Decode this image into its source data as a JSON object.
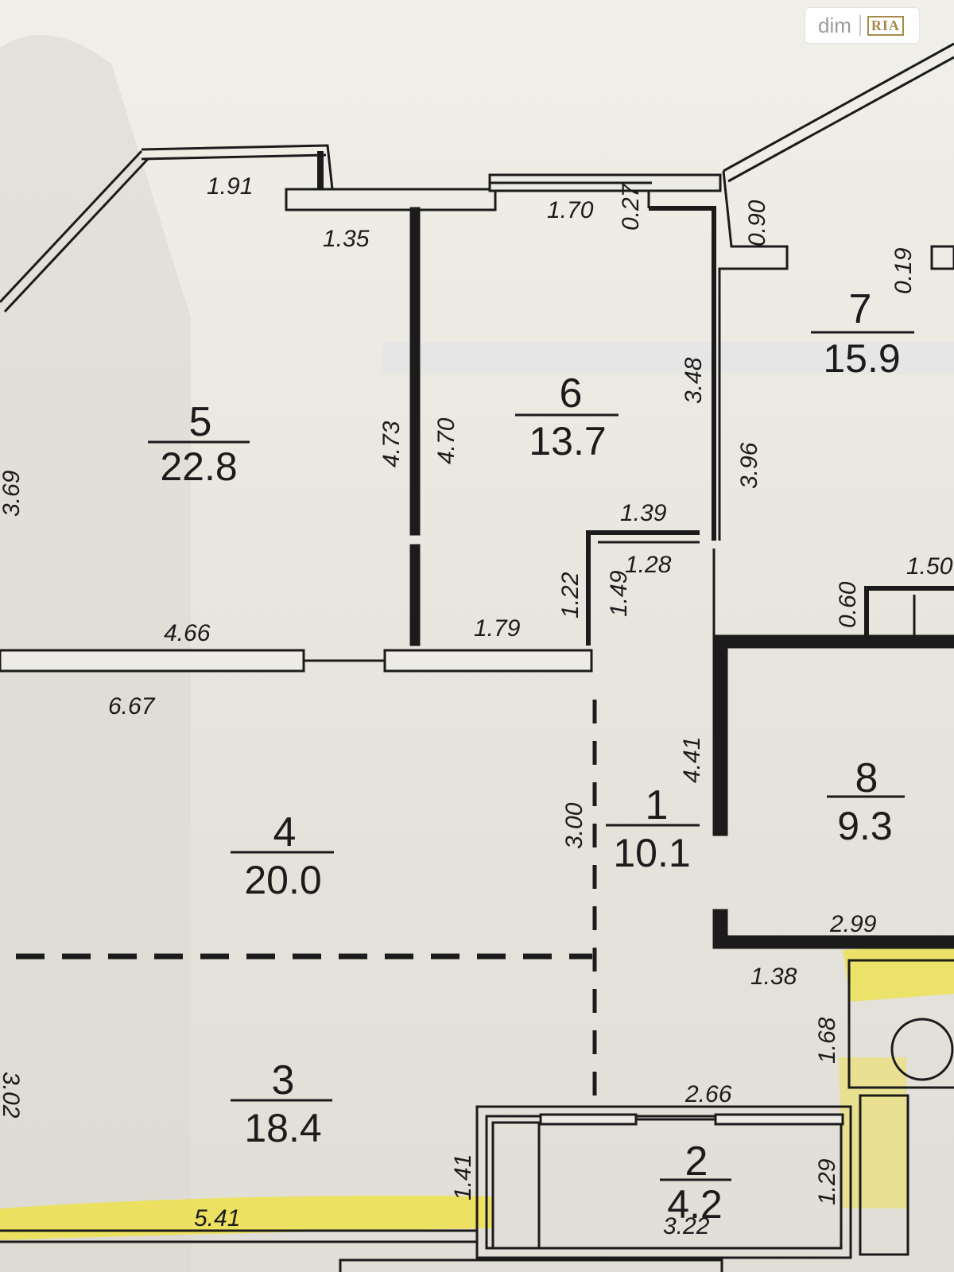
{
  "watermark": {
    "text": "dim",
    "badge": "RIA"
  },
  "rooms": [
    {
      "id": "5",
      "number": "5",
      "area": "22.8"
    },
    {
      "id": "6",
      "number": "6",
      "area": "13.7"
    },
    {
      "id": "7",
      "number": "7",
      "area": "15.9"
    },
    {
      "id": "4",
      "number": "4",
      "area": "20.0"
    },
    {
      "id": "1",
      "number": "1",
      "area": "10.1"
    },
    {
      "id": "8",
      "number": "8",
      "area": "9.3"
    },
    {
      "id": "3",
      "number": "3",
      "area": "18.4"
    },
    {
      "id": "2",
      "number": "2",
      "area": "4.2"
    }
  ],
  "dimensions": {
    "d191": "1.91",
    "d135": "1.35",
    "d170": "1.70",
    "d027": "0.27",
    "d090": "0.90",
    "d019": "0.19",
    "d348": "3.48",
    "d473": "4.73",
    "d470": "4.70",
    "d396": "3.96",
    "d369": "3.69",
    "d139": "1.39",
    "d128": "1.28",
    "d122": "1.22",
    "d149": "1.49",
    "d150": "1.50",
    "d060": "0.60",
    "d466": "4.66",
    "d179": "1.79",
    "d667": "6.67",
    "d441": "4.41",
    "d300": "3.00",
    "d299": "2.99",
    "d138": "1.38",
    "d168": "1.68",
    "d266": "2.66",
    "d302": "3.02",
    "d141": "1.41",
    "d129": "1.29",
    "d541": "5.41",
    "d322": "3.22"
  }
}
